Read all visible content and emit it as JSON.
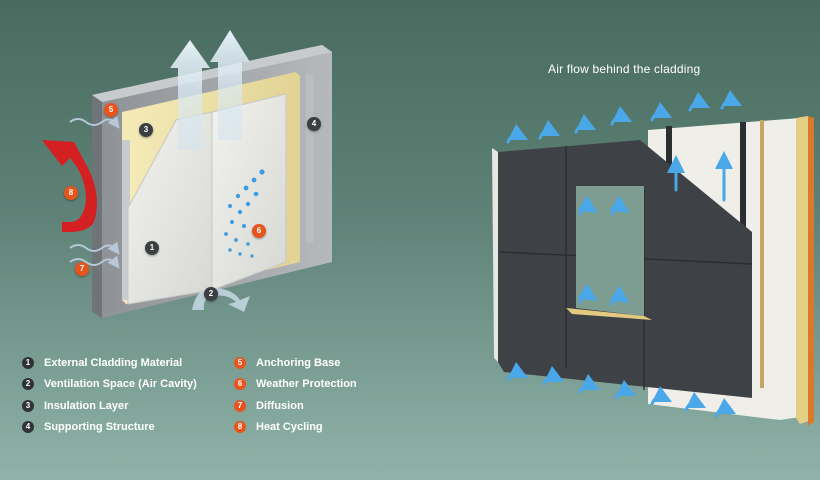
{
  "caption": "Air flow behind the cladding",
  "markers": [
    "1",
    "2",
    "3",
    "4",
    "5",
    "6",
    "7",
    "8"
  ],
  "legend": [
    {
      "number": "1",
      "label": "External Cladding Material",
      "color": "#2f3335"
    },
    {
      "number": "2",
      "label": "Ventilation Space (Air Cavity)",
      "color": "#2f3335"
    },
    {
      "number": "3",
      "label": "Insulation Layer",
      "color": "#2f3335"
    },
    {
      "number": "4",
      "label": "Supporting Structure",
      "color": "#2f3335"
    },
    {
      "number": "5",
      "label": "Anchoring Base",
      "color": "#e8541e"
    },
    {
      "number": "6",
      "label": "Weather Protection",
      "color": "#e8541e"
    },
    {
      "number": "7",
      "label": "Diffusion",
      "color": "#e8541e"
    },
    {
      "number": "8",
      "label": "Heat Cycling",
      "color": "#e8541e"
    }
  ],
  "colors": {
    "accent_orange": "#e8541e",
    "marker_dark": "#3b3f41",
    "airflow_blue": "#4aa8e8",
    "heat_red": "#d42020",
    "insulation_yellow": "#f0e4a6",
    "cladding_dark": "#3e4246"
  }
}
